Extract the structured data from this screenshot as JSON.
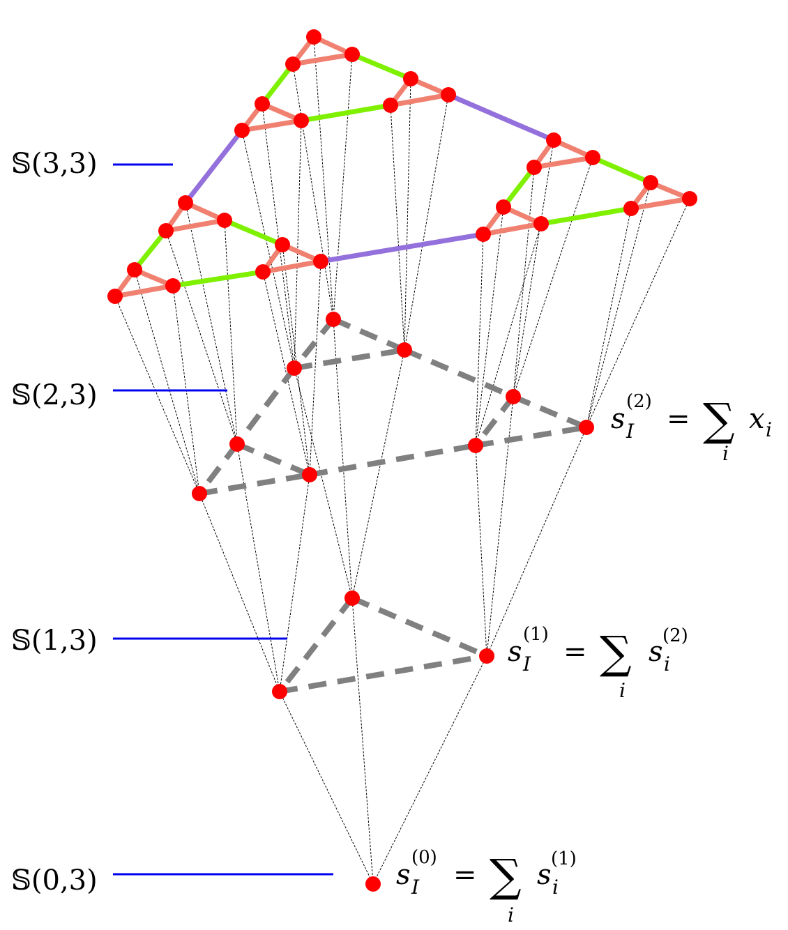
{
  "levels": [
    {
      "label": "𝕊(3,3)"
    },
    {
      "label": "𝕊(2,3)"
    },
    {
      "label": "𝕊(1,3)"
    },
    {
      "label": "𝕊(0,3)"
    }
  ],
  "formulas": [
    {
      "symbol": "s",
      "superscript": "(2)",
      "subscript": "I",
      "equals": "=",
      "sum": "∑",
      "sum_index": "i",
      "term": "x",
      "term_subscript": "i",
      "term_superscript": ""
    },
    {
      "symbol": "s",
      "superscript": "(1)",
      "subscript": "I",
      "equals": "=",
      "sum": "∑",
      "sum_index": "i",
      "term": "s",
      "term_subscript": "i",
      "term_superscript": "(2)"
    },
    {
      "symbol": "s",
      "superscript": "(0)",
      "subscript": "I",
      "equals": "=",
      "sum": "∑",
      "sum_index": "i",
      "term": "s",
      "term_subscript": "i",
      "term_superscript": "(1)"
    }
  ],
  "colors": {
    "node": "#ff0000",
    "triangle_edge": "#f08070",
    "green_edge": "#7ef000",
    "purple_edge": "#9370db",
    "dashed_edge": "#808080",
    "level_marker": "#0000ee",
    "projection": "#000000"
  },
  "icons": {
    "node": "red-dot",
    "level_marker": "blue-line"
  }
}
